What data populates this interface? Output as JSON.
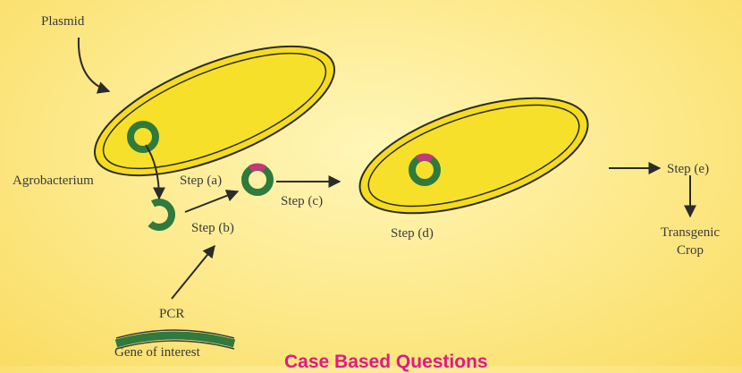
{
  "labels": {
    "plasmid": "Plasmid",
    "agrobacterium": "Agrobacterium",
    "step_a": "Step (a)",
    "step_b": "Step (b)",
    "step_c": "Step (c)",
    "step_d": "Step (d)",
    "step_e": "Step (e)",
    "transgenic_line1": "Transgenic",
    "transgenic_line2": "Crop",
    "pcr": "PCR",
    "gene_of_interest": "Gene of interest"
  },
  "footer": {
    "text": "Case Based Questions"
  },
  "colors": {
    "background": "#fbe37a",
    "cell_fill": "#f5dc1e",
    "cell_outline": "#2b2b2b",
    "plasmid_ring": "#2f7a3c",
    "gene_insert": "#c03a78",
    "arrow": "#2b2b2b",
    "footer_text": "#e0188c"
  }
}
